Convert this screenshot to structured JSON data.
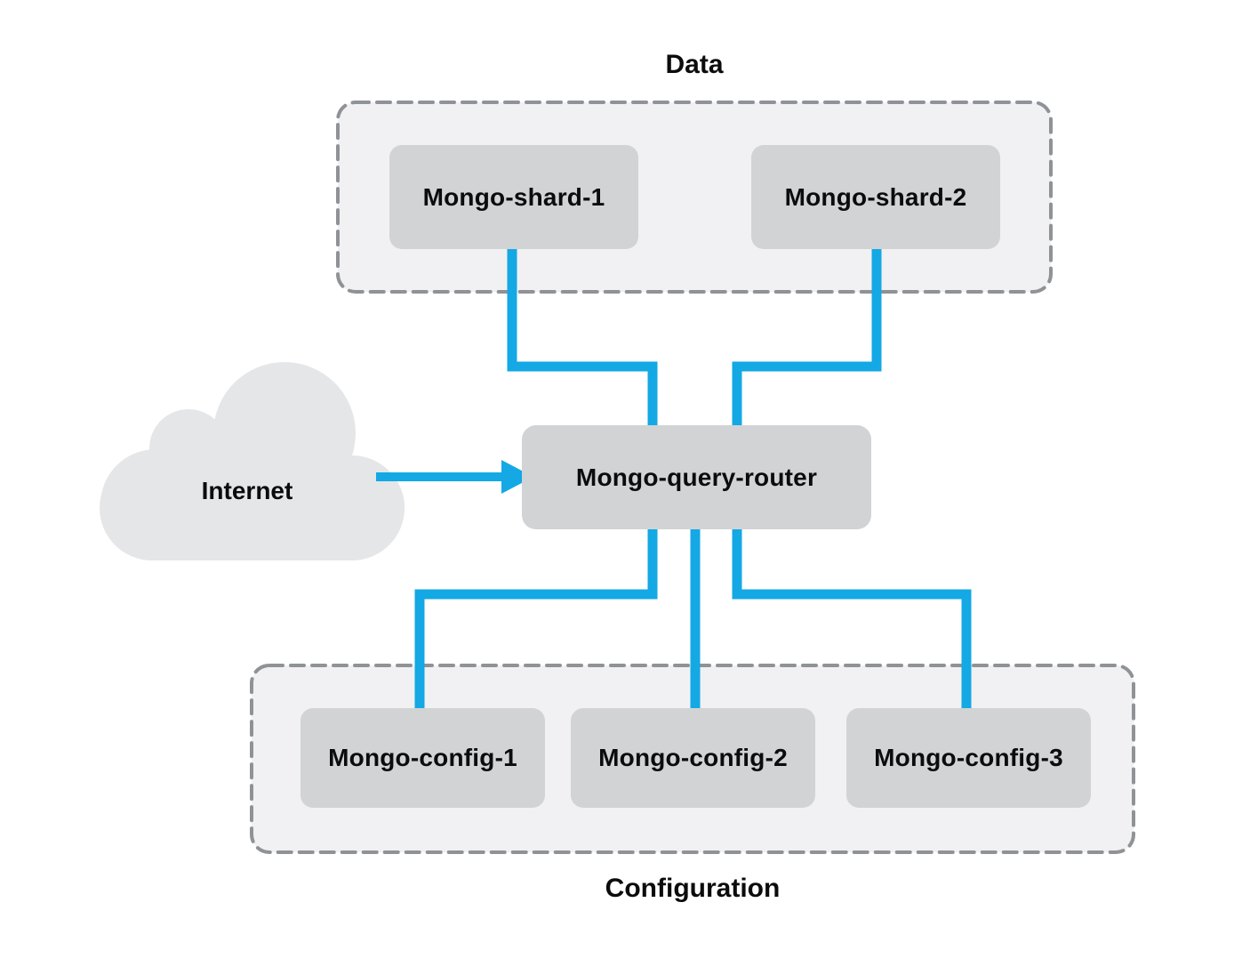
{
  "colors": {
    "accent_blue": "#14a8e4",
    "node_fill": "#d2d3d5",
    "group_fill": "#f1f1f3",
    "group_border": "#8f9296",
    "cloud_fill": "#e5e6e8",
    "text": "#0c0c0c"
  },
  "diagram": {
    "groups": {
      "data": {
        "label": "Data",
        "nodes": [
          {
            "label": "Mongo-shard-1"
          },
          {
            "label": "Mongo-shard-2"
          }
        ]
      },
      "configuration": {
        "label": "Configuration",
        "nodes": [
          {
            "label": "Mongo-config-1"
          },
          {
            "label": "Mongo-config-2"
          },
          {
            "label": "Mongo-config-3"
          }
        ]
      }
    },
    "router": {
      "label": "Mongo-query-router"
    },
    "cloud": {
      "label": "Internet"
    },
    "connections": [
      {
        "from": "Mongo-shard-1",
        "to": "Mongo-query-router"
      },
      {
        "from": "Mongo-shard-2",
        "to": "Mongo-query-router"
      },
      {
        "from": "Internet",
        "to": "Mongo-query-router",
        "arrow": true
      },
      {
        "from": "Mongo-query-router",
        "to": "Mongo-config-1"
      },
      {
        "from": "Mongo-query-router",
        "to": "Mongo-config-2"
      },
      {
        "from": "Mongo-query-router",
        "to": "Mongo-config-3"
      }
    ]
  }
}
